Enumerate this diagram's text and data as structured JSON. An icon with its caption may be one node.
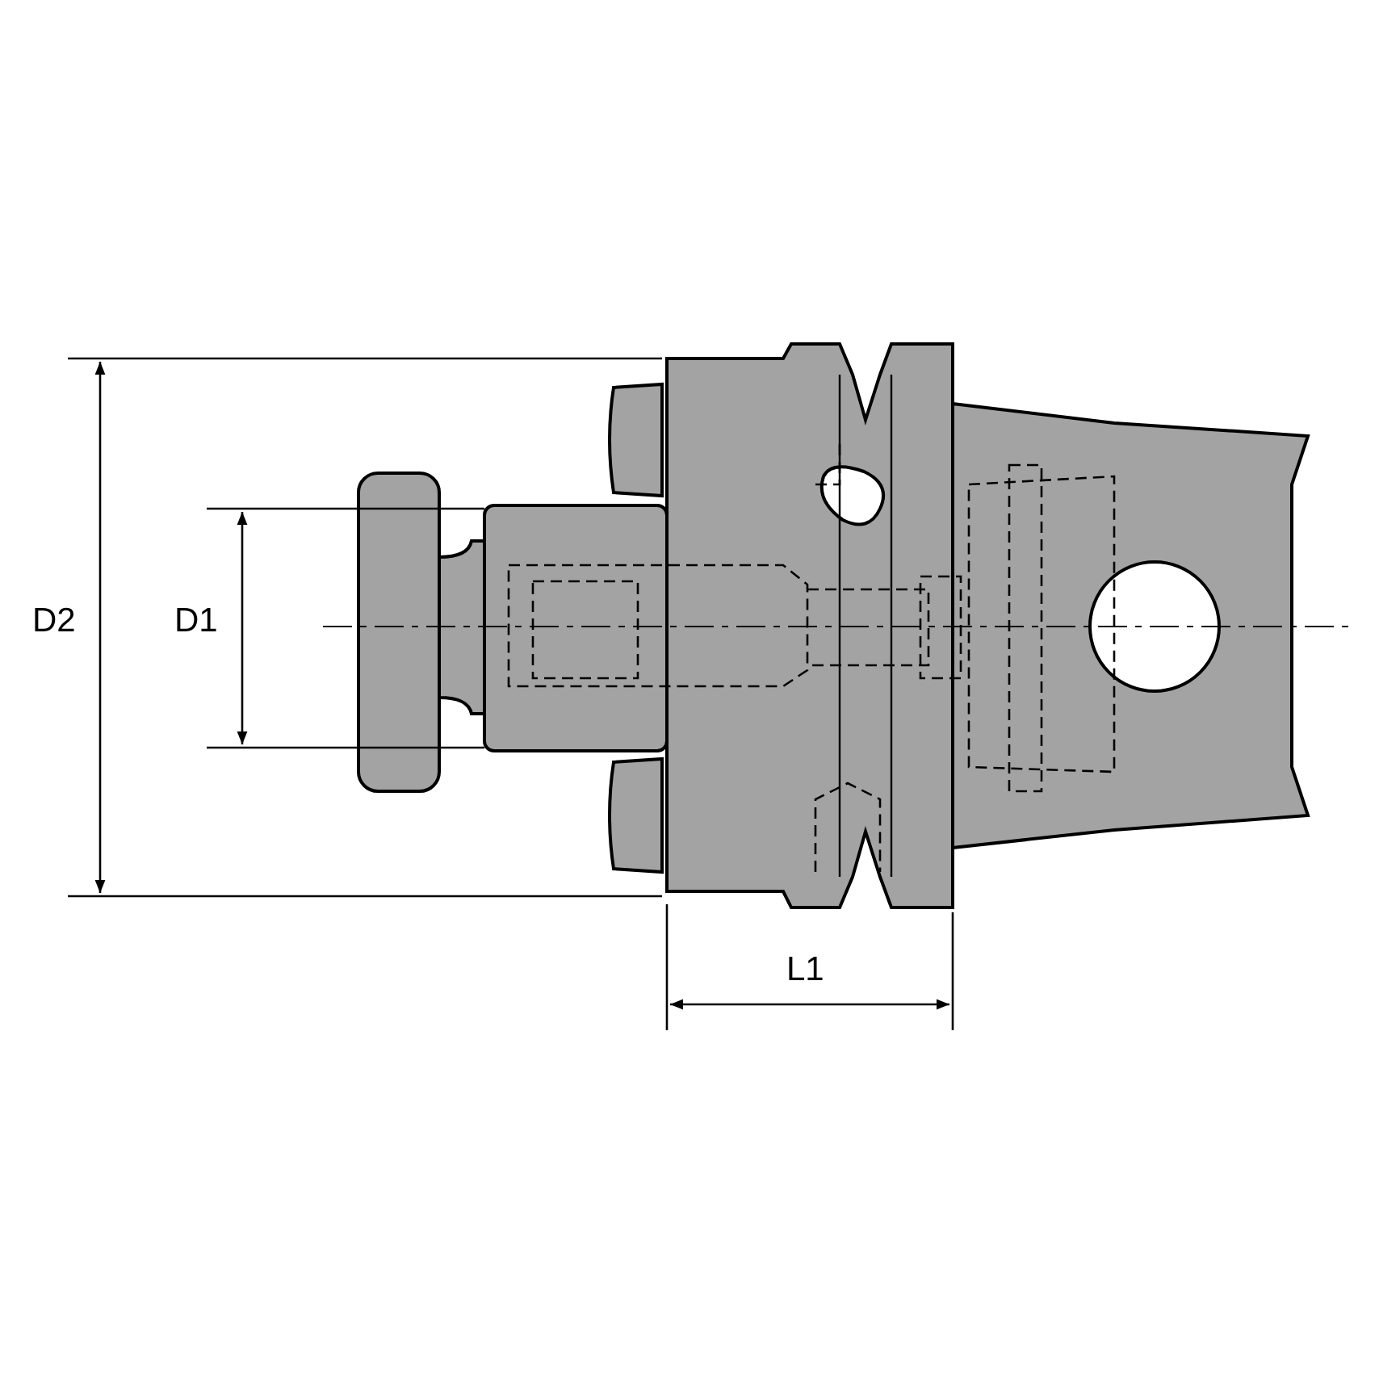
{
  "diagram": {
    "labels": [
      "D2",
      "D1",
      "L1"
    ]
  }
}
